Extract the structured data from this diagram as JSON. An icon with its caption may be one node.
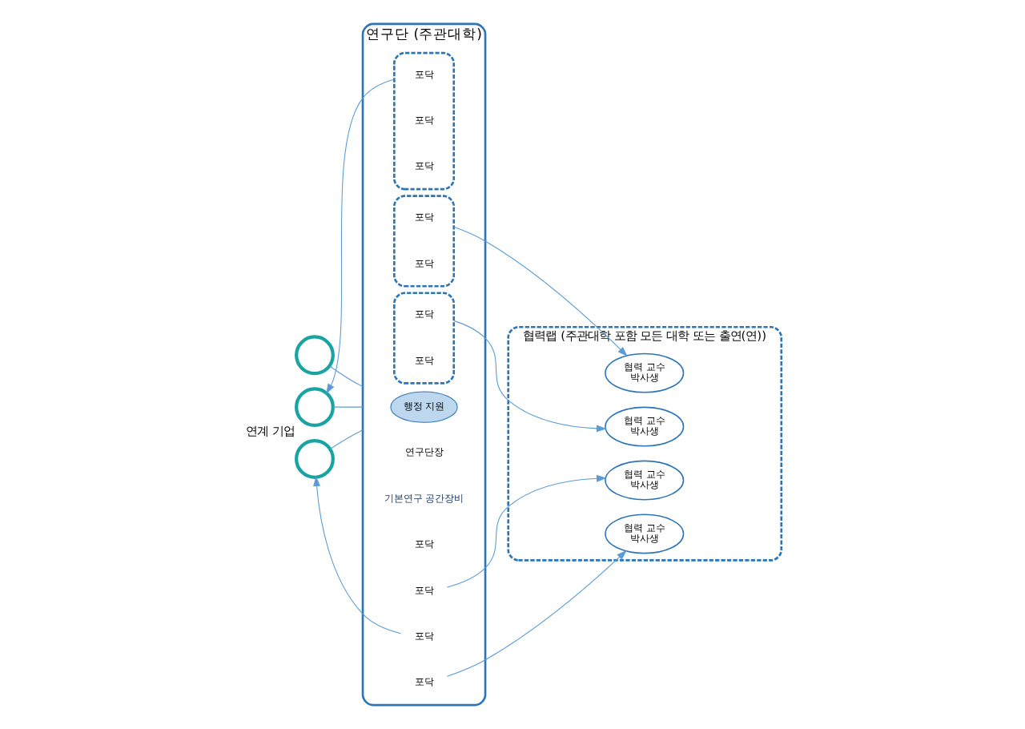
{
  "diagram": {
    "nodes": [
      {
        "text": [],
        "shape": "circle"
      },
      {
        "text": [],
        "shape": "circle",
        "beside": [
          "연계 기업"
        ]
      },
      {
        "text": [],
        "shape": "circle"
      },
      {
        "text": [
          "연구단 (주관대학)"
        ]
      },
      {
        "text": [
          "행정 지원"
        ],
        "in": 3
      },
      {
        "text": [
          "연구단장"
        ],
        "in": 3
      },
      {
        "text": [
          "기본연구 공간장비"
        ],
        "in": 3
      },
      {
        "text": [],
        "shape": "box",
        "in": 3
      },
      {
        "text": [
          "포닥"
        ],
        "in": 7
      },
      {
        "text": [
          "포닥"
        ],
        "in": 7
      },
      {
        "text": [
          "포닥"
        ],
        "in": 7
      },
      {
        "text": [],
        "shape": "box",
        "in": 3
      },
      {
        "text": [
          "포닥"
        ],
        "in": 11
      },
      {
        "text": [
          "포닥"
        ],
        "in": 11
      },
      {
        "text": [
          "포닥"
        ],
        "in": 3
      },
      {
        "text": [
          "포닥"
        ],
        "in": 3
      },
      {
        "text": [],
        "shape": "box",
        "in": 3
      },
      {
        "text": [
          "포닥"
        ],
        "in": 3
      },
      {
        "text": [
          "포닥"
        ],
        "in": 16
      },
      {
        "text": [
          "포닥"
        ],
        "in": 16
      },
      {
        "text": [
          "포닥"
        ],
        "in": 3
      },
      {
        "text": [
          "협력랩 (주관대학 포함 모든 대학 또는 출연(연))"
        ]
      },
      {
        "text": [
          "협력 교수",
          "박사생"
        ],
        "in": 21
      },
      {
        "text": [
          "협력 교수",
          "박사생"
        ],
        "in": 21
      },
      {
        "text": [
          "협력 교수",
          "박사생"
        ],
        "in": 21
      },
      {
        "text": [
          "협력 교수",
          "박사생"
        ],
        "in": 21
      }
    ],
    "edges": [
      {
        "from": 0,
        "to": 3,
        "arrow": "none"
      },
      {
        "from": 1,
        "to": 3,
        "arrow": "none"
      },
      {
        "from": 2,
        "to": 3,
        "arrow": "none"
      },
      {
        "from": 7,
        "to": 1,
        "arrow": "to"
      },
      {
        "from": 17,
        "to": 2,
        "arrow": "to"
      },
      {
        "from": 11,
        "to": 22,
        "arrow": "to"
      },
      {
        "from": 15,
        "to": 23,
        "arrow": "to"
      },
      {
        "from": 16,
        "to": 24,
        "arrow": "to"
      },
      {
        "from": 20,
        "to": 25,
        "arrow": "to"
      }
    ]
  }
}
